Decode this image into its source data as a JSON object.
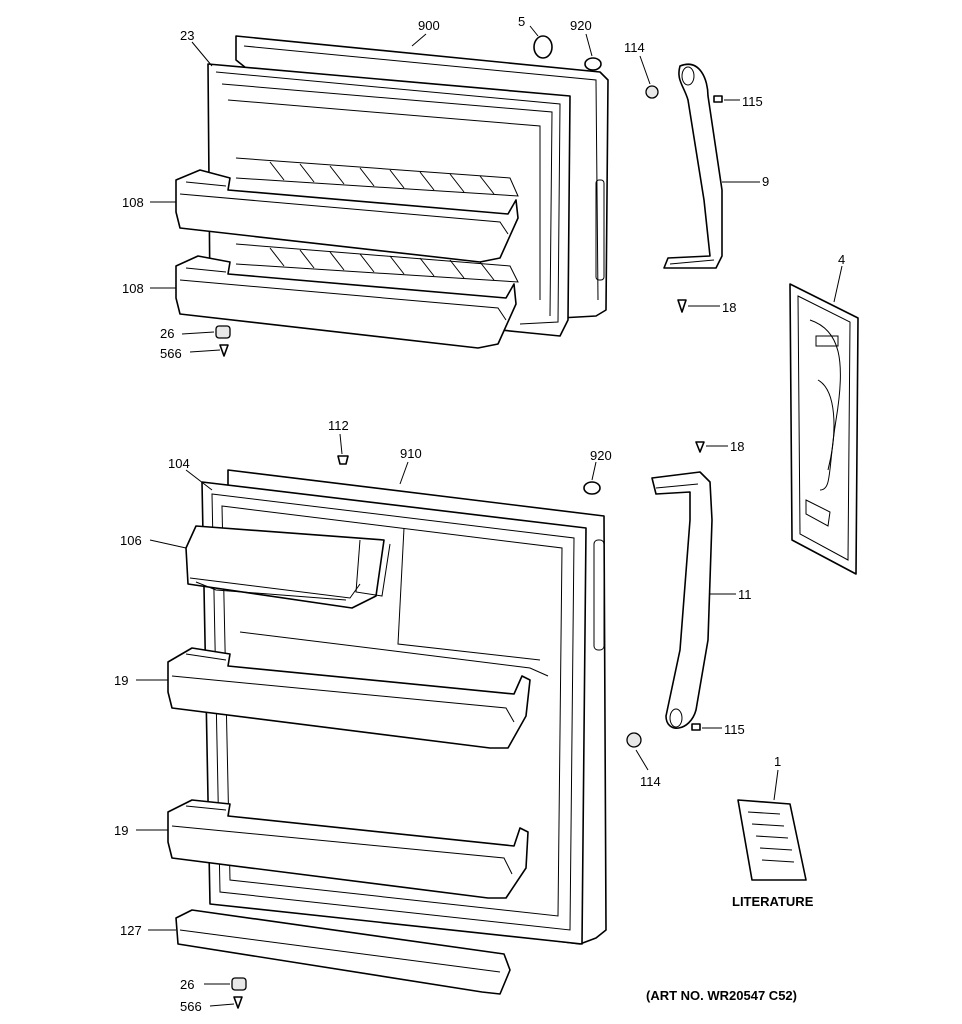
{
  "callouts": {
    "c900": "900",
    "c5": "5",
    "c920_top": "920",
    "c114_top": "114",
    "c115_top": "115",
    "c9": "9",
    "c23": "23",
    "c108_a": "108",
    "c108_b": "108",
    "c26_top": "26",
    "c566_top": "566",
    "c18_top": "18",
    "c4": "4",
    "c112": "112",
    "c910": "910",
    "c920_bot": "920",
    "c18_bot": "18",
    "c104": "104",
    "c106": "106",
    "c11": "11",
    "c19_a": "19",
    "c19_b": "19",
    "c115_bot": "115",
    "c114_bot": "114",
    "c1": "1",
    "c127": "127",
    "c26_bot": "26",
    "c566_bot": "566"
  },
  "literature_label": "LITERATURE",
  "art_number": "(ART NO. WR20547 C52)"
}
